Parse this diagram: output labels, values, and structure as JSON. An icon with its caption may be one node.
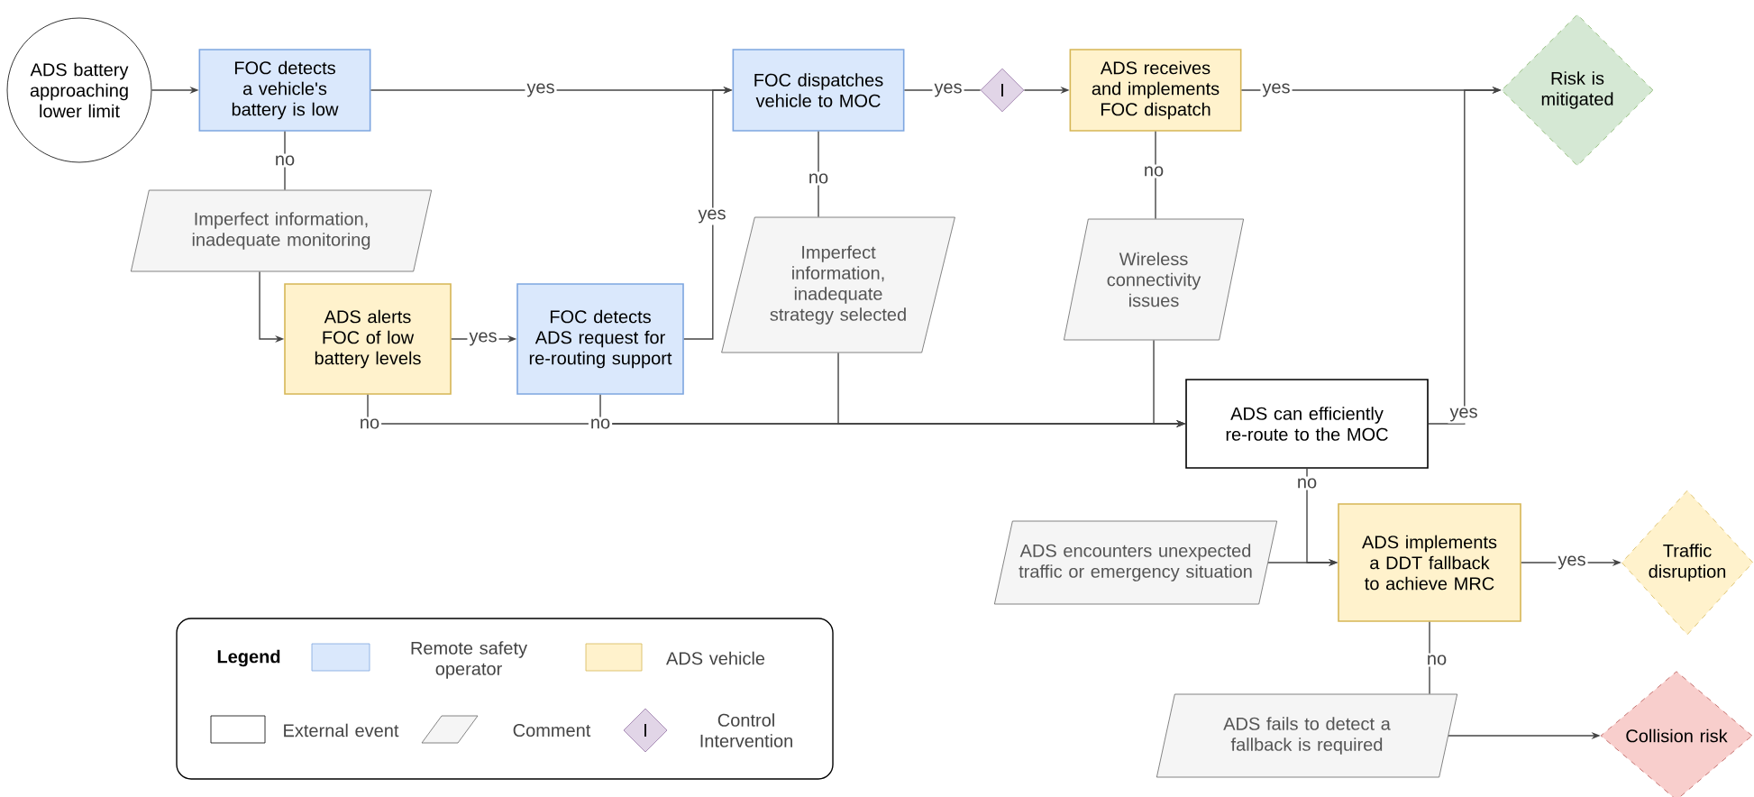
{
  "diagram": {
    "nodes": [
      {
        "text": [
          "ADS battery approaching lower limit"
        ]
      },
      {
        "text": [
          "FOC detects a vehicle's battery is low"
        ]
      },
      {
        "text": [
          "Imperfect information, inadequate monitoring"
        ]
      },
      {
        "text": [
          "ADS alerts FOC of low battery levels"
        ]
      },
      {
        "text": [
          "FOC detects ADS request for re-routing support"
        ]
      },
      {
        "text": [
          "FOC dispatches vehicle to MOC"
        ]
      },
      {
        "text": [
          "Imperfect information, inadequate strategy selected"
        ]
      },
      {
        "text": [
          "I"
        ]
      },
      {
        "text": [
          "ADS receives and implements FOC dispatch"
        ]
      },
      {
        "text": [
          "Wireless connectivity issues"
        ]
      },
      {
        "text": [
          "Risk is mitigated"
        ]
      },
      {
        "text": [
          "ADS can efficiently re-route to the MOC"
        ]
      },
      {
        "text": [
          "ADS encounters unexpected traffic or emergency situation"
        ]
      },
      {
        "text": [
          "ADS implements a DDT fallback to achieve MRC"
        ]
      },
      {
        "text": [
          "Traffic disruption"
        ]
      },
      {
        "text": [
          "ADS fails to detect a fallback is required"
        ]
      },
      {
        "text": [
          "Collision risk"
        ]
      }
    ],
    "edges": [
      {
        "from": 0,
        "to": 1,
        "arrow": "to"
      },
      {
        "from": 1,
        "to": 5,
        "arrow": "to",
        "label": "yes"
      },
      {
        "from": 1,
        "to": 2,
        "arrow": "none",
        "label": "no"
      },
      {
        "from": 2,
        "to": 3,
        "arrow": "to"
      },
      {
        "from": 3,
        "to": 4,
        "arrow": "to",
        "label": "yes"
      },
      {
        "from": 4,
        "to": 5,
        "arrow": "to",
        "label": "yes"
      },
      {
        "from": 5,
        "to": 6,
        "arrow": "none",
        "label": "no"
      },
      {
        "from": 5,
        "to": 7,
        "arrow": "none",
        "label": "yes"
      },
      {
        "from": 7,
        "to": 8,
        "arrow": "to"
      },
      {
        "from": 8,
        "to": 9,
        "arrow": "none",
        "label": "no"
      },
      {
        "from": 8,
        "to": 10,
        "arrow": "to",
        "label": "yes"
      },
      {
        "from": 3,
        "to": 11,
        "arrow": "to",
        "label": "no"
      },
      {
        "from": 4,
        "to": 11,
        "arrow": "to",
        "label": "no"
      },
      {
        "from": 6,
        "to": 11,
        "arrow": "to"
      },
      {
        "from": 9,
        "to": 11,
        "arrow": "to"
      },
      {
        "from": 11,
        "to": 10,
        "arrow": "to",
        "label": "yes"
      },
      {
        "from": 11,
        "to": 13,
        "arrow": "to",
        "label": "no"
      },
      {
        "from": 12,
        "to": 13,
        "arrow": "to"
      },
      {
        "from": 13,
        "to": 14,
        "arrow": "to",
        "label": "yes"
      },
      {
        "from": 13,
        "to": 15,
        "arrow": "none",
        "label": "no"
      },
      {
        "from": 15,
        "to": 16,
        "arrow": "to"
      }
    ],
    "labels": [
      "Legend",
      "I"
    ],
    "legend": [
      {
        "text": "Remote safety operator",
        "color": "#dae8fc"
      },
      {
        "text": "ADS vehicle",
        "color": "#fff2cc"
      },
      {
        "text": "External event"
      },
      {
        "text": "Comment"
      },
      {
        "text": "Control Intervention"
      }
    ]
  }
}
